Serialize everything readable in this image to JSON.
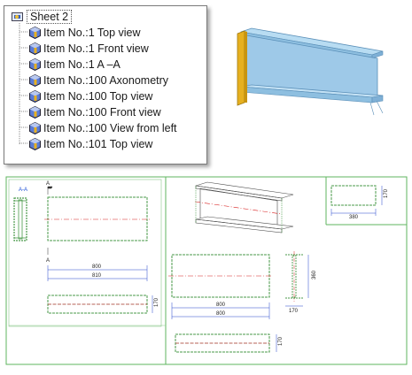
{
  "tree": {
    "sheet_label": "Sheet 2",
    "items": [
      {
        "label": "Item No.:1 Top view"
      },
      {
        "label": "Item No.:1 Front view"
      },
      {
        "label": "Item No.:1 A –A"
      },
      {
        "label": "Item No.:100 Axonometry"
      },
      {
        "label": "Item No.:100 Top view"
      },
      {
        "label": "Item No.:100 Front view"
      },
      {
        "label": "Item No.:100 View from left"
      },
      {
        "label": "Item No.:101 Top view"
      }
    ]
  },
  "drawing": {
    "section_label": "A-A",
    "cut_marker": "A",
    "dims": {
      "len_800": "800",
      "len_810": "810",
      "h_170": "170",
      "h_360": "360",
      "w_380": "380"
    }
  },
  "colors": {
    "frame_green": "#5fb55f",
    "beam_blue": "#9ec9e8",
    "beam_edge": "#5a8fb8",
    "end_plate": "#e6b020",
    "centerline": "#d82020",
    "dim_blue": "#2244cc",
    "hatch_green": "#4a9a4a"
  }
}
